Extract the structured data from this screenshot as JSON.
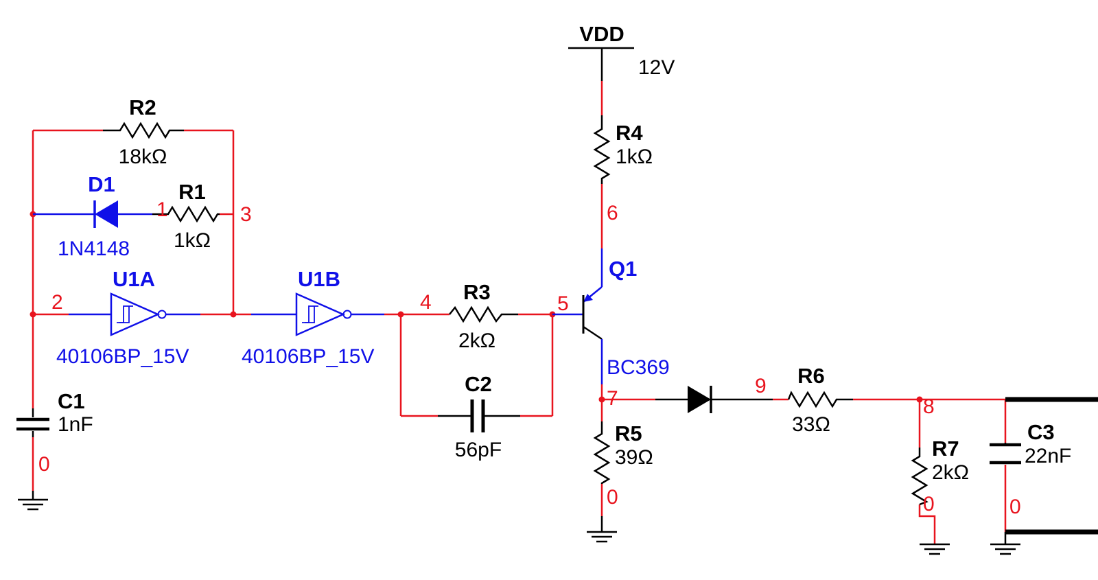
{
  "supply": {
    "name": "VDD",
    "voltage": "12V"
  },
  "components": {
    "r1": {
      "ref": "R1",
      "value": "1kΩ"
    },
    "r2": {
      "ref": "R2",
      "value": "18kΩ"
    },
    "r3": {
      "ref": "R3",
      "value": "2kΩ"
    },
    "r4": {
      "ref": "R4",
      "value": "1kΩ"
    },
    "r5": {
      "ref": "R5",
      "value": "39Ω"
    },
    "r6": {
      "ref": "R6",
      "value": "33Ω"
    },
    "r7": {
      "ref": "R7",
      "value": "2kΩ"
    },
    "c1": {
      "ref": "C1",
      "value": "1nF"
    },
    "c2": {
      "ref": "C2",
      "value": "56pF"
    },
    "c3": {
      "ref": "C3",
      "value": "22nF"
    },
    "d1": {
      "ref": "D1",
      "part": "1N4148"
    },
    "u1a": {
      "ref": "U1A",
      "part": "40106BP_15V"
    },
    "u1b": {
      "ref": "U1B",
      "part": "40106BP_15V"
    },
    "q1": {
      "ref": "Q1",
      "part": "BC369"
    }
  },
  "nodes": {
    "n0_c1": "0",
    "n0_r5": "0",
    "n0_r7": "0",
    "n0_c3": "0",
    "n1": "1",
    "n2": "2",
    "n3": "3",
    "n4": "4",
    "n5": "5",
    "n6": "6",
    "n7": "7",
    "n8": "8",
    "n9": "9"
  },
  "colors": {
    "wire": "#e8141e",
    "part": "#1010e8",
    "body": "#000000",
    "background": "#ffffff"
  }
}
